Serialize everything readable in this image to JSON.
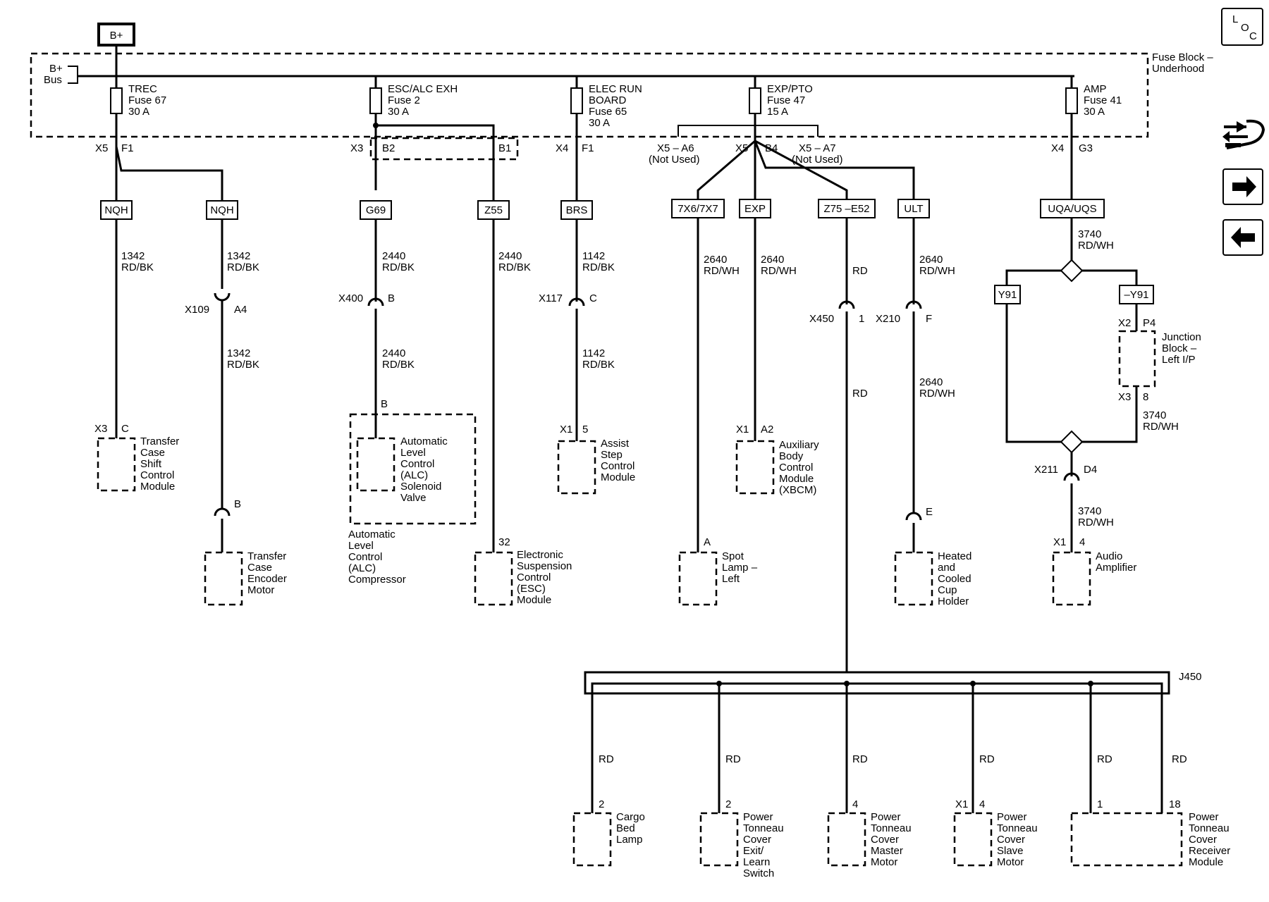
{
  "supply": {
    "label": "B+",
    "bus": [
      "B+",
      "Bus"
    ]
  },
  "fuse_block": [
    "Fuse Block –",
    "Underhood"
  ],
  "loc_icon": {
    "line1": "L",
    "line2": "O",
    "line3": "C"
  },
  "fuses": [
    {
      "name": "TREC",
      "fuse": "Fuse 67",
      "rating": "30 A"
    },
    {
      "name": "ESC/ALC EXH",
      "fuse": "Fuse 2",
      "rating": "30 A"
    },
    {
      "name": "ELEC RUN",
      "name2": "BOARD",
      "fuse": "Fuse 65",
      "rating": "30 A"
    },
    {
      "name": "EXP/PTO",
      "fuse": "Fuse 47",
      "rating": "15 A"
    },
    {
      "name": "AMP",
      "fuse": "Fuse 41",
      "rating": "30 A"
    }
  ],
  "connectors": {
    "c1": [
      "X5",
      "F1"
    ],
    "c2": [
      "X3",
      "B2",
      "B1"
    ],
    "c3": [
      "X4",
      "F1"
    ],
    "c4": [
      "X5",
      "B4"
    ],
    "c4a": [
      "X5 – A6",
      "(Not Used)"
    ],
    "c4b": [
      "X5 – A7",
      "(Not Used)"
    ],
    "c5": [
      "X4",
      "G3"
    ]
  },
  "options": [
    "NQH",
    "NQH",
    "G69",
    "Z55",
    "BRS",
    "7X6/7X7",
    "EXP",
    "Z75 –E52",
    "ULT",
    "UQA/UQS",
    "Y91",
    "–Y91"
  ],
  "wires": {
    "w1342": [
      "1342",
      "RD/BK"
    ],
    "w2440": [
      "2440",
      "RD/BK"
    ],
    "w1142": [
      "1142",
      "RD/BK"
    ],
    "w2640": [
      "2640",
      "RD/WH"
    ],
    "w3740": [
      "3740",
      "RD/WH"
    ],
    "rd": "RD"
  },
  "inline": {
    "x109": [
      "X109",
      "A4"
    ],
    "x400": [
      "X400",
      "B"
    ],
    "x117": [
      "X117",
      "C"
    ],
    "x450": [
      "X450",
      "1"
    ],
    "x210": [
      "X210",
      "F"
    ],
    "x211": [
      "X211",
      "D4"
    ],
    "pinB": "B",
    "pinE": "E",
    "pin32": "32",
    "pinA": "A"
  },
  "junction_block": {
    "top": [
      "X2",
      "P4"
    ],
    "bottom": [
      "X3",
      "8"
    ],
    "label": [
      "Junction",
      "Block –",
      "Left I/P"
    ]
  },
  "splice": "J450",
  "components": {
    "tcscm": {
      "pins": [
        "X3",
        "C"
      ],
      "label": [
        "Transfer",
        "Case",
        "Shift",
        "Control",
        "Module"
      ]
    },
    "tcem": {
      "label": [
        "Transfer",
        "Case",
        "Encoder",
        "Motor"
      ]
    },
    "alcv": {
      "pin": "B",
      "label": [
        "Automatic",
        "Level",
        "Control",
        "(ALC)",
        "Solenoid",
        "Valve"
      ]
    },
    "alcc": {
      "label": [
        "Automatic",
        "Level",
        "Control",
        "(ALC)",
        "Compressor"
      ]
    },
    "esc": {
      "label": [
        "Electronic",
        "Suspension",
        "Control",
        "(ESC)",
        "Module"
      ]
    },
    "assist": {
      "pins": [
        "X1",
        "5"
      ],
      "label": [
        "Assist",
        "Step",
        "Control",
        "Module"
      ]
    },
    "spot": {
      "label": [
        "Spot",
        "Lamp –",
        "Left"
      ]
    },
    "xbcm": {
      "pins": [
        "X1",
        "A2"
      ],
      "label": [
        "Auxiliary",
        "Body",
        "Control",
        "Module",
        "(XBCM)"
      ]
    },
    "cup": {
      "label": [
        "Heated",
        "and",
        "Cooled",
        "Cup",
        "Holder"
      ]
    },
    "amp": {
      "pins": [
        "X1",
        "4"
      ],
      "label": [
        "Audio",
        "Amplifier"
      ]
    },
    "cargo": {
      "pin": "2",
      "label": [
        "Cargo",
        "Bed",
        "Lamp"
      ]
    },
    "exit": {
      "pin": "2",
      "label": [
        "Power",
        "Tonneau",
        "Cover",
        "Exit/",
        "Learn",
        "Switch"
      ]
    },
    "master": {
      "pin": "4",
      "label": [
        "Power",
        "Tonneau",
        "Cover",
        "Master",
        "Motor"
      ]
    },
    "slave": {
      "pins": [
        "X1",
        "4"
      ],
      "label": [
        "Power",
        "Tonneau",
        "Cover",
        "Slave",
        "Motor"
      ]
    },
    "receiver": {
      "pins": [
        "1",
        "18"
      ],
      "label": [
        "Power",
        "Tonneau",
        "Cover",
        "Receiver",
        "Module"
      ]
    }
  }
}
